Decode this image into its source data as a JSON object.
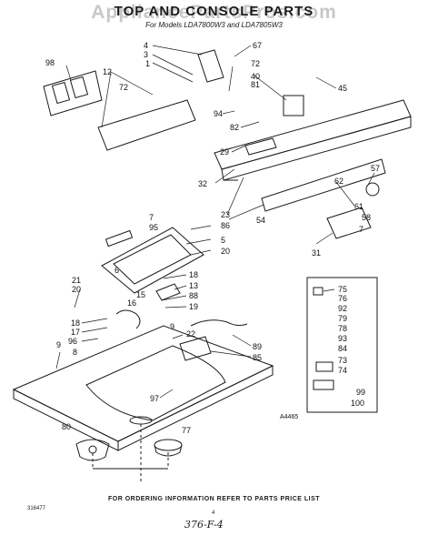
{
  "watermark": "AppliancePartsPros.com",
  "header": {
    "title": "TOP AND CONSOLE PARTS",
    "subtitle": "For Models LDA7800W3 and LDA7805W3"
  },
  "callouts": [
    "98",
    "4",
    "3",
    "1",
    "67",
    "12",
    "72",
    "72",
    "40",
    "81",
    "45",
    "94",
    "82",
    "29",
    "32",
    "57",
    "62",
    "23",
    "54",
    "61",
    "58",
    "86",
    "7",
    "95",
    "5",
    "20",
    "31",
    "21",
    "20",
    "6",
    "18",
    "13",
    "88",
    "19",
    "15",
    "16",
    "18",
    "17",
    "96",
    "8",
    "9",
    "22",
    "9",
    "89",
    "85",
    "97",
    "80",
    "77",
    "75",
    "76",
    "92",
    "79",
    "78",
    "93",
    "84",
    "73",
    "74",
    "99",
    "100",
    "A4465",
    "7"
  ],
  "footer": {
    "note": "FOR ORDERING INFORMATION REFER TO PARTS PRICE LIST",
    "code": "316477",
    "page": "4",
    "handwritten": "376-F-4"
  }
}
